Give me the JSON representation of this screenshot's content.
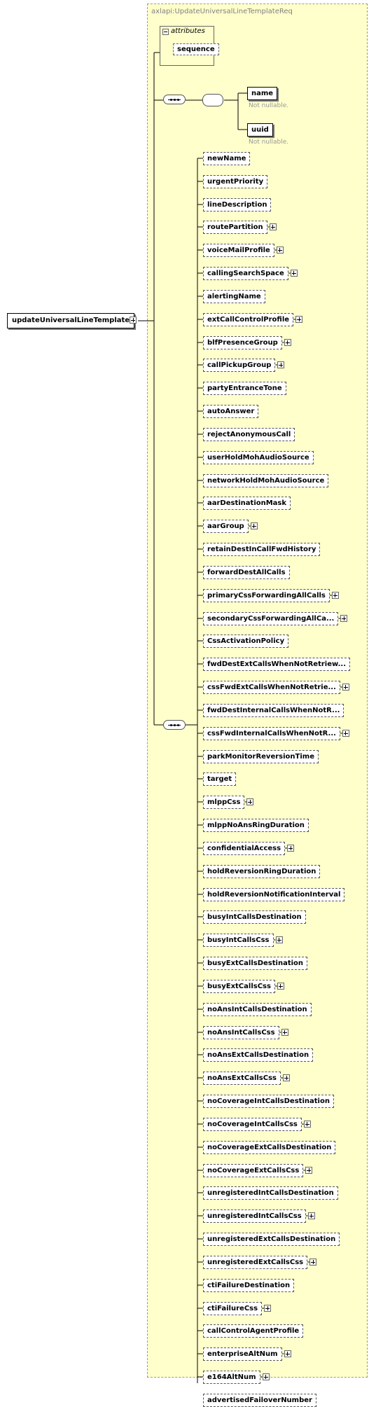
{
  "frame_title": "axlapi:UpdateUniversalLineTemplateReq",
  "attributes_label": "attributes",
  "sequence_label": "sequence",
  "root_element": "updateUniversalLineTemplate",
  "choice_items": [
    {
      "label": "name",
      "note": "Not nullable."
    },
    {
      "label": "uuid",
      "note": "Not nullable."
    }
  ],
  "elements": [
    {
      "label": "newName",
      "expand": false
    },
    {
      "label": "urgentPriority",
      "expand": false
    },
    {
      "label": "lineDescription",
      "expand": false
    },
    {
      "label": "routePartition",
      "expand": true
    },
    {
      "label": "voiceMailProfile",
      "expand": true
    },
    {
      "label": "callingSearchSpace",
      "expand": true
    },
    {
      "label": "alertingName",
      "expand": false
    },
    {
      "label": "extCallControlProfile",
      "expand": true
    },
    {
      "label": "blfPresenceGroup",
      "expand": true
    },
    {
      "label": "callPickupGroup",
      "expand": true
    },
    {
      "label": "partyEntranceTone",
      "expand": false
    },
    {
      "label": "autoAnswer",
      "expand": false
    },
    {
      "label": "rejectAnonymousCall",
      "expand": false
    },
    {
      "label": "userHoldMohAudioSource",
      "expand": false
    },
    {
      "label": "networkHoldMohAudioSource",
      "expand": false
    },
    {
      "label": "aarDestinationMask",
      "expand": false
    },
    {
      "label": "aarGroup",
      "expand": true
    },
    {
      "label": "retainDestInCallFwdHistory",
      "expand": false
    },
    {
      "label": "forwardDestAllCalls",
      "expand": false
    },
    {
      "label": "primaryCssForwardingAllCalls",
      "expand": true
    },
    {
      "label": "secondaryCssForwardingAllCa...",
      "expand": true
    },
    {
      "label": "CssActivationPolicy",
      "expand": false
    },
    {
      "label": "fwdDestExtCallsWhenNotRetriew...",
      "expand": false
    },
    {
      "label": "cssFwdExtCallsWhenNotRetrie...",
      "expand": true
    },
    {
      "label": "fwdDestInternalCallsWhenNotR...",
      "expand": false
    },
    {
      "label": "cssFwdInternalCallsWhenNotR...",
      "expand": true
    },
    {
      "label": "parkMonitorReversionTime",
      "expand": false
    },
    {
      "label": "target",
      "expand": false
    },
    {
      "label": "mlppCss",
      "expand": true
    },
    {
      "label": "mlppNoAnsRingDuration",
      "expand": false
    },
    {
      "label": "confidentialAccess",
      "expand": true
    },
    {
      "label": "holdReversionRingDuration",
      "expand": false
    },
    {
      "label": "holdReversionNotificationInterval",
      "expand": false
    },
    {
      "label": "busyIntCallsDestination",
      "expand": false
    },
    {
      "label": "busyIntCallsCss",
      "expand": true
    },
    {
      "label": "busyExtCallsDestination",
      "expand": false
    },
    {
      "label": "busyExtCallsCss",
      "expand": true
    },
    {
      "label": "noAnsIntCallsDestination",
      "expand": false
    },
    {
      "label": "noAnsIntCallsCss",
      "expand": true
    },
    {
      "label": "noAnsExtCallsDestination",
      "expand": false
    },
    {
      "label": "noAnsExtCallsCss",
      "expand": true
    },
    {
      "label": "noCoverageIntCallsDestination",
      "expand": false
    },
    {
      "label": "noCoverageIntCallsCss",
      "expand": true
    },
    {
      "label": "noCoverageExtCallsDestination",
      "expand": false
    },
    {
      "label": "noCoverageExtCallsCss",
      "expand": true
    },
    {
      "label": "unregisteredIntCallsDestination",
      "expand": false
    },
    {
      "label": "unregisteredIntCallsCss",
      "expand": true
    },
    {
      "label": "unregisteredExtCallsDestination",
      "expand": false
    },
    {
      "label": "unregisteredExtCallsCss",
      "expand": true
    },
    {
      "label": "ctiFailureDestination",
      "expand": false
    },
    {
      "label": "ctiFailureCss",
      "expand": true
    },
    {
      "label": "callControlAgentProfile",
      "expand": false
    },
    {
      "label": "enterpriseAltNum",
      "expand": true
    },
    {
      "label": "e164AltNum",
      "expand": true
    },
    {
      "label": "advertisedFailoverNumber",
      "expand": false
    }
  ]
}
